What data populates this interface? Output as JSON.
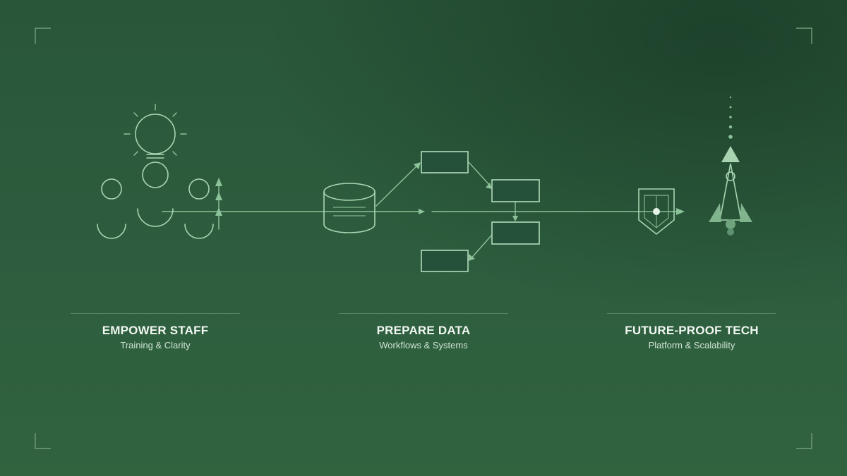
{
  "diagram": {
    "colors": {
      "background": "#2b5a3c",
      "line": "#a9d4b2",
      "box_fill": "#25503a",
      "title": "#f1f7f2",
      "subtitle": "#cfe3d4"
    },
    "sections": [
      {
        "id": "empower",
        "title": "EMPOWER STAFF",
        "subtitle": "Training & Clarity",
        "icon": "lightbulb-team-icon"
      },
      {
        "id": "prepare",
        "title": "PREPARE DATA",
        "subtitle": "Workflows & Systems",
        "icon": "database-workflow-icon"
      },
      {
        "id": "future",
        "title": "FUTURE-PROOF TECH",
        "subtitle": "Platform & Scalability",
        "icon": "shield-rocket-icon"
      }
    ]
  }
}
